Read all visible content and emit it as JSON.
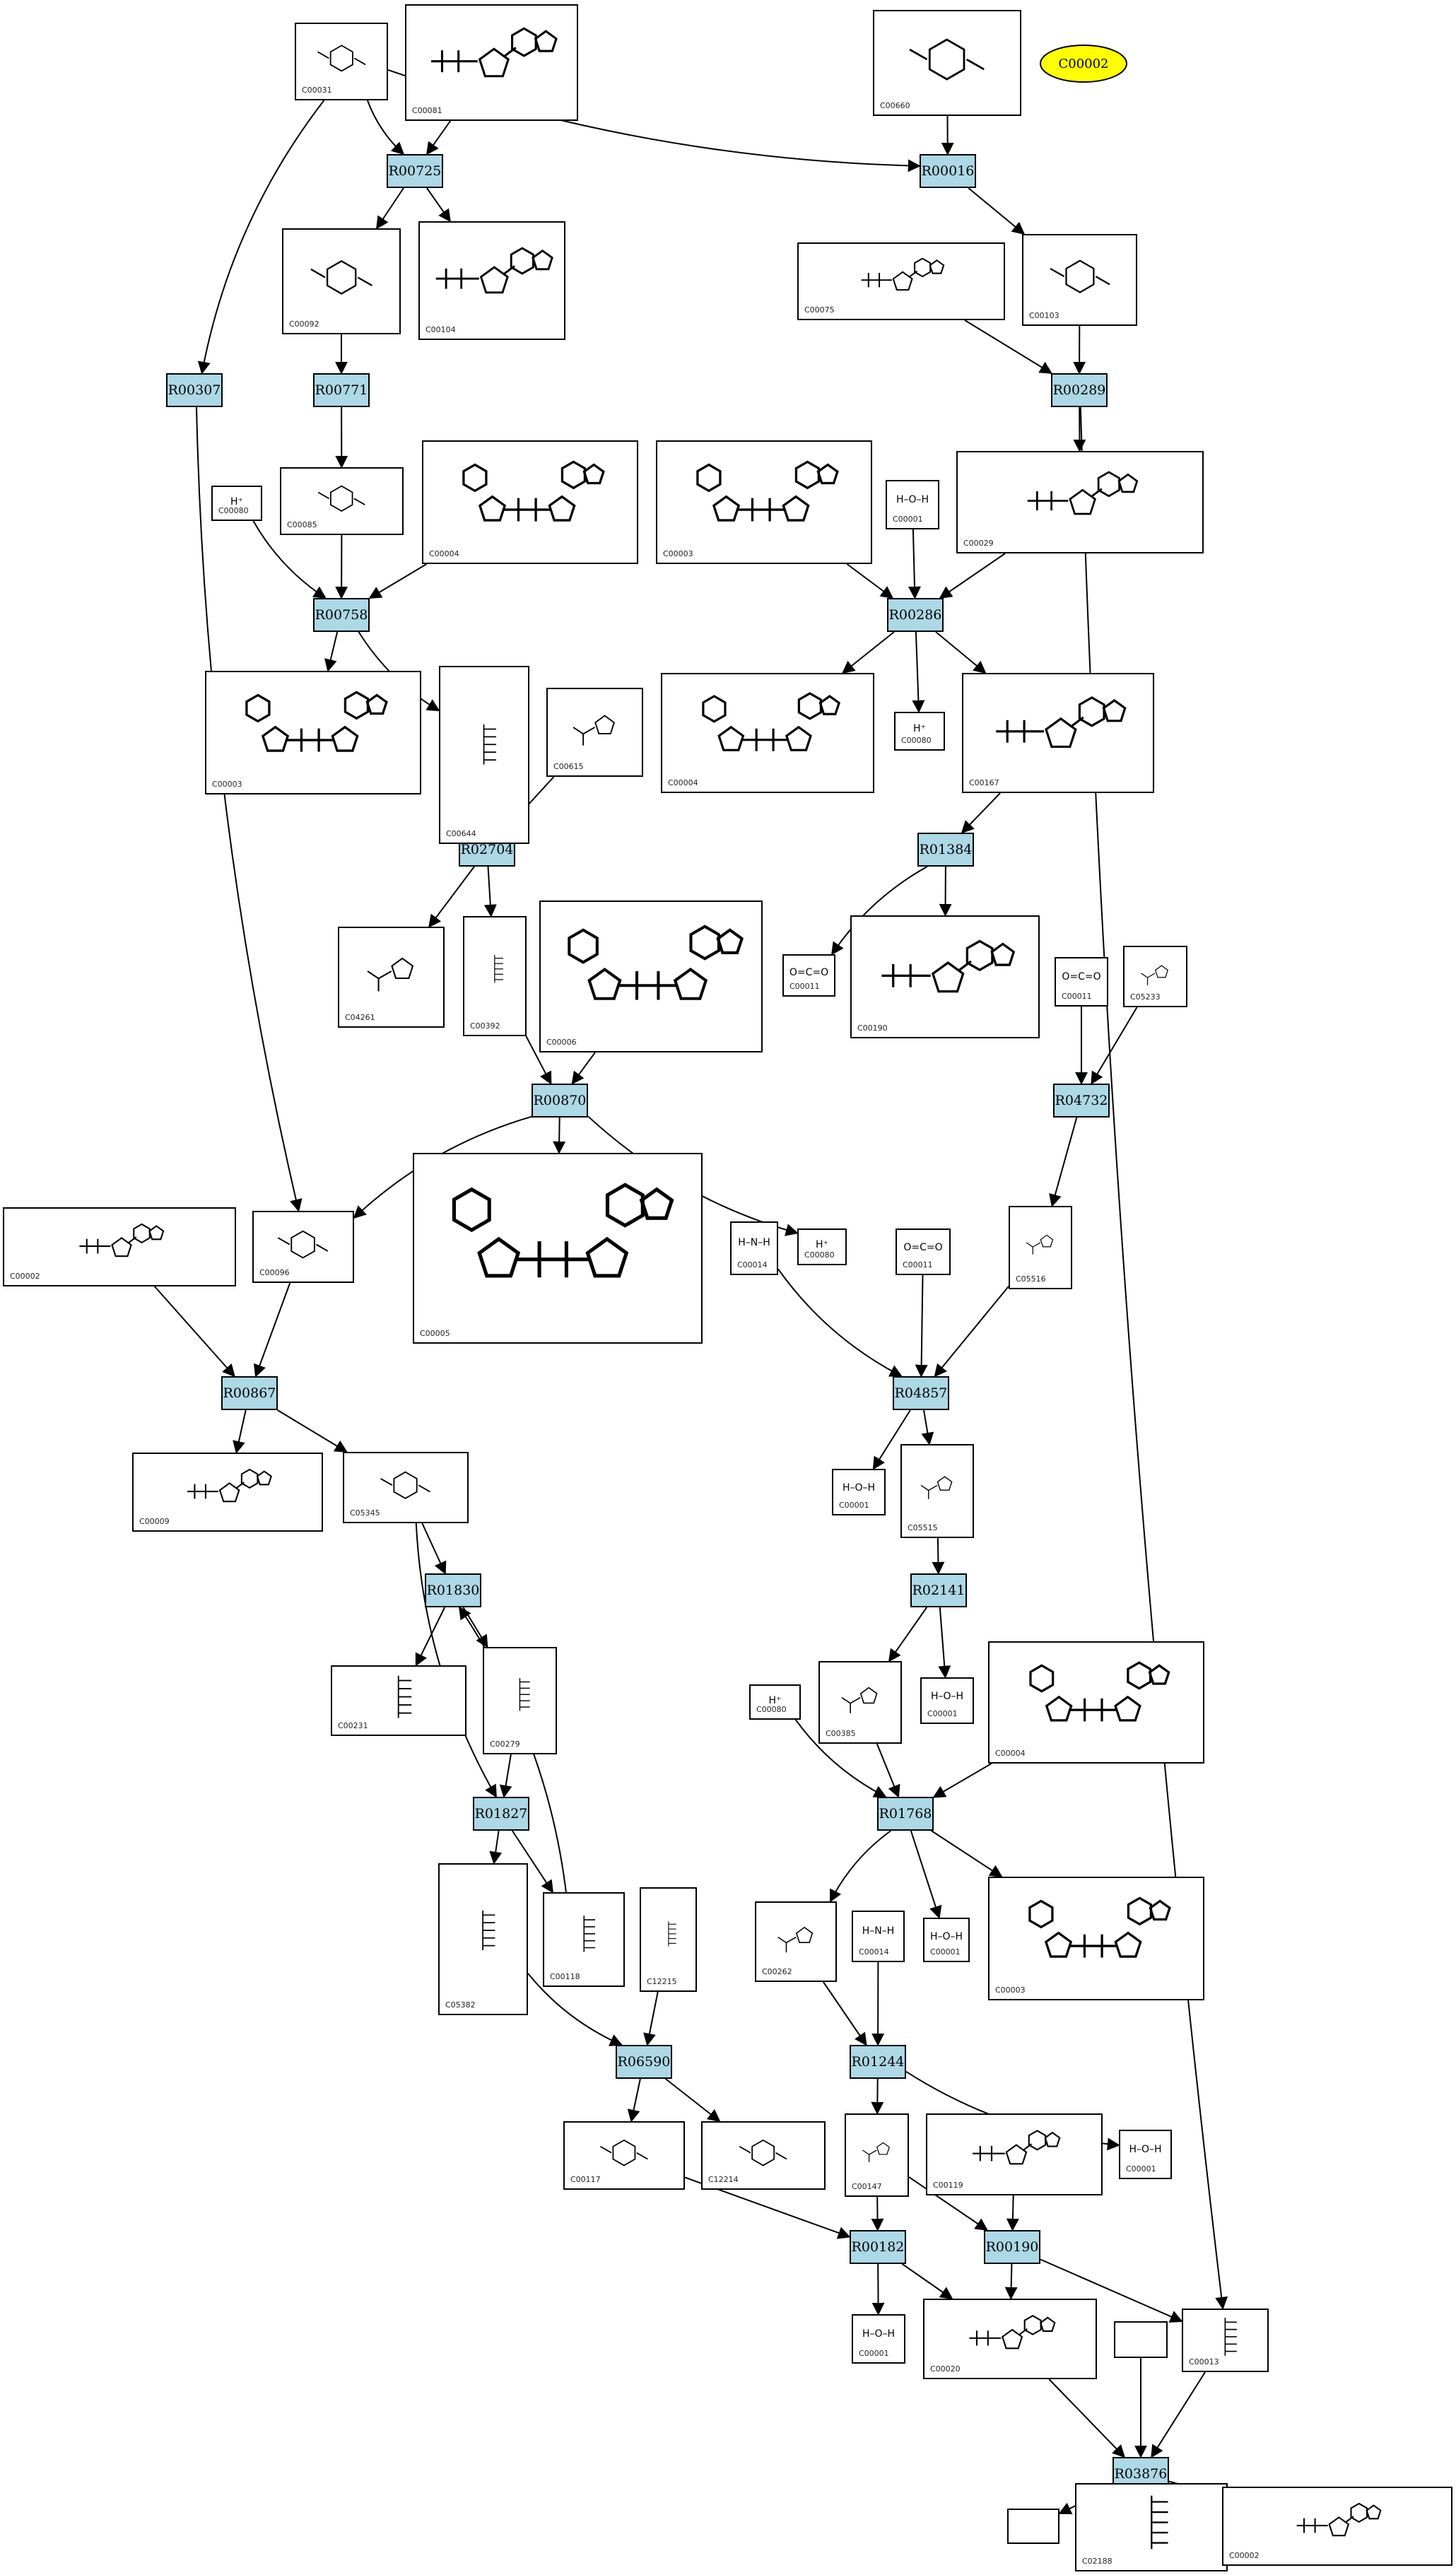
{
  "colors": {
    "reaction_fill": "#add8e6",
    "highlight_fill": "#ffff00",
    "line": "#000000",
    "background": "#ffffff"
  },
  "legend": {
    "label": "C00002"
  },
  "reactions": {
    "R00725": "R00725",
    "R00016": "R00016",
    "R00307": "R00307",
    "R00771": "R00771",
    "R00289": "R00289",
    "R00758": "R00758",
    "R00286": "R00286",
    "R02704": "R02704",
    "R01384": "R01384",
    "R04732": "R04732",
    "R00870": "R00870",
    "R00867": "R00867",
    "R04857": "R04857",
    "R01830": "R01830",
    "R02141": "R02141",
    "R01827": "R01827",
    "R01768": "R01768",
    "R06590": "R06590",
    "R01244": "R01244",
    "R00182": "R00182",
    "R00190": "R00190",
    "R03876": "R03876"
  },
  "compounds": {
    "c00031": {
      "id": "C00031",
      "kind": "sugar"
    },
    "c00081": {
      "id": "C00081",
      "kind": "nucleotide"
    },
    "c00660": {
      "id": "C00660",
      "kind": "sugar"
    },
    "c00092": {
      "id": "C00092",
      "kind": "sugar"
    },
    "c00104": {
      "id": "C00104",
      "kind": "nucleotide"
    },
    "c00075": {
      "id": "C00075",
      "kind": "nucleotide"
    },
    "c00103": {
      "id": "C00103",
      "kind": "sugar"
    },
    "c00080_a": {
      "id": "C00080",
      "formula": "H⁺"
    },
    "c00085": {
      "id": "C00085",
      "kind": "sugar"
    },
    "c00004_a": {
      "id": "C00004",
      "kind": "cofactor"
    },
    "c00003_a": {
      "id": "C00003",
      "kind": "cofactor"
    },
    "c00001_a": {
      "id": "C00001",
      "formula": "H–O–H"
    },
    "c00029": {
      "id": "C00029",
      "kind": "nucleotide"
    },
    "c00003_b": {
      "id": "C00003",
      "kind": "cofactor"
    },
    "c00644": {
      "id": "C00644",
      "kind": "chain"
    },
    "c00615": {
      "id": "C00615",
      "kind": "ring"
    },
    "c00004_b": {
      "id": "C00004",
      "kind": "cofactor"
    },
    "c00080_b": {
      "id": "C00080",
      "formula": "H⁺"
    },
    "c00167": {
      "id": "C00167",
      "kind": "nucleotide"
    },
    "c04261": {
      "id": "C04261",
      "kind": "ring"
    },
    "c00392": {
      "id": "C00392",
      "kind": "chain"
    },
    "c00006": {
      "id": "C00006",
      "kind": "cofactor"
    },
    "c00011_a": {
      "id": "C00011",
      "formula": "O=C=O"
    },
    "c00190": {
      "id": "C00190",
      "kind": "nucleotide"
    },
    "c00011_b": {
      "id": "C00011",
      "formula": "O=C=O"
    },
    "c05233": {
      "id": "C05233",
      "kind": "ring"
    },
    "c00002_a": {
      "id": "C00002",
      "kind": "nucleotide"
    },
    "c00096": {
      "id": "C00096",
      "kind": "sugar"
    },
    "c00005": {
      "id": "C00005",
      "kind": "cofactor"
    },
    "c00014_a": {
      "id": "C00014",
      "formula": "H–N–H"
    },
    "c00080_c": {
      "id": "C00080",
      "formula": "H⁺"
    },
    "c00011_c": {
      "id": "C00011",
      "formula": "O=C=O"
    },
    "c05516": {
      "id": "C05516",
      "kind": "ring"
    },
    "c00009": {
      "id": "C00009",
      "kind": "nucleotide"
    },
    "c05345": {
      "id": "C05345",
      "kind": "sugar"
    },
    "c00001_b": {
      "id": "C00001",
      "formula": "H–O–H"
    },
    "c05515": {
      "id": "C05515",
      "kind": "ring"
    },
    "c00231": {
      "id": "C00231",
      "kind": "chain"
    },
    "c00279": {
      "id": "C00279",
      "kind": "chain"
    },
    "c00080_d": {
      "id": "C00080",
      "formula": "H⁺"
    },
    "c00385": {
      "id": "C00385",
      "kind": "ring"
    },
    "c00001_c": {
      "id": "C00001",
      "formula": "H–O–H"
    },
    "c00004_c": {
      "id": "C00004",
      "kind": "cofactor"
    },
    "c05382": {
      "id": "C05382",
      "kind": "chain"
    },
    "c00118": {
      "id": "C00118",
      "kind": "chain"
    },
    "c12215": {
      "id": "C12215",
      "kind": "chain"
    },
    "c00262": {
      "id": "C00262",
      "kind": "ring"
    },
    "c00014_b": {
      "id": "C00014",
      "formula": "H–N–H"
    },
    "c00001_d": {
      "id": "C00001",
      "formula": "H–O–H"
    },
    "c00003_c": {
      "id": "C00003",
      "kind": "cofactor"
    },
    "c00117": {
      "id": "C00117",
      "kind": "sugar"
    },
    "c12214": {
      "id": "C12214",
      "kind": "sugar"
    },
    "c00147": {
      "id": "C00147",
      "kind": "ring"
    },
    "c00119": {
      "id": "C00119",
      "kind": "nucleotide"
    },
    "c00001_e": {
      "id": "C00001",
      "formula": "H–O–H"
    },
    "c00001_f": {
      "id": "C00001",
      "formula": "H–O–H"
    },
    "c00020": {
      "id": "C00020",
      "kind": "nucleotide"
    },
    "c00013": {
      "id": "C00013",
      "kind": "chain"
    },
    "c02188": {
      "id": "C02188",
      "kind": "chain"
    },
    "c00002_b": {
      "id": "C00002",
      "kind": "nucleotide"
    },
    "blank_a": {
      "id": ""
    },
    "blank_b": {
      "id": ""
    }
  }
}
